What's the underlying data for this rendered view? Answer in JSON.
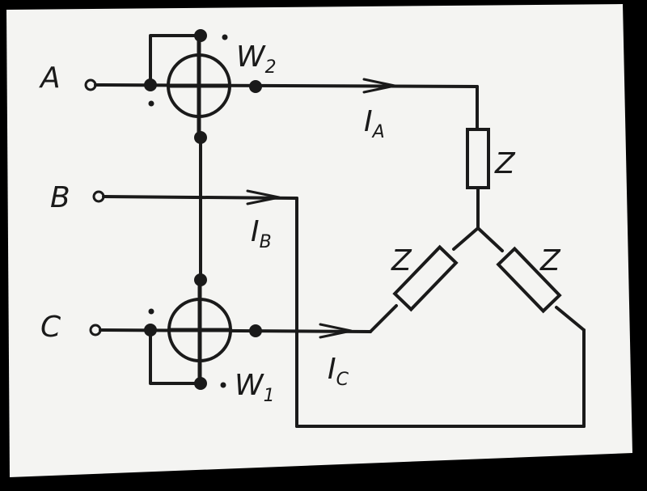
{
  "diagram": {
    "terminals": {
      "a": "A",
      "b": "B",
      "c": "C"
    },
    "wattmeters": {
      "w2": {
        "letter": "W",
        "index": "2"
      },
      "w1": {
        "letter": "W",
        "index": "1"
      }
    },
    "currents": {
      "ia": {
        "letter": "I",
        "index": "A"
      },
      "ib": {
        "letter": "I",
        "index": "B"
      },
      "ic": {
        "letter": "I",
        "index": "C"
      }
    },
    "loads": {
      "za": "Z",
      "zb": "Z",
      "zc": "Z"
    }
  }
}
